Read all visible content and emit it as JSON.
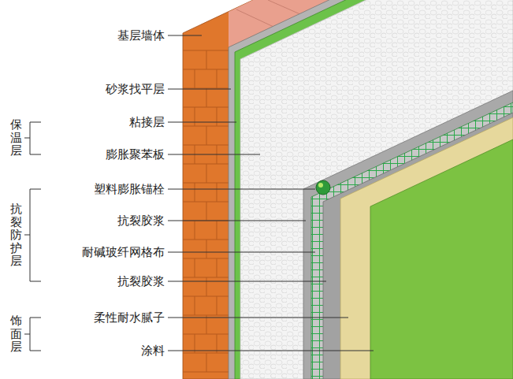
{
  "diagram": {
    "labels": [
      "基层墙体",
      "砂浆找平层",
      "保温层",
      "粘接层",
      "膨胀聚苯板",
      "抗裂防护层",
      "塑料膨胀锚栓",
      "抗裂胶浆",
      "耐碱玻纤网格布",
      "抗裂胶浆",
      "饰面层",
      "柔性耐水腻子",
      "涂料"
    ]
  }
}
